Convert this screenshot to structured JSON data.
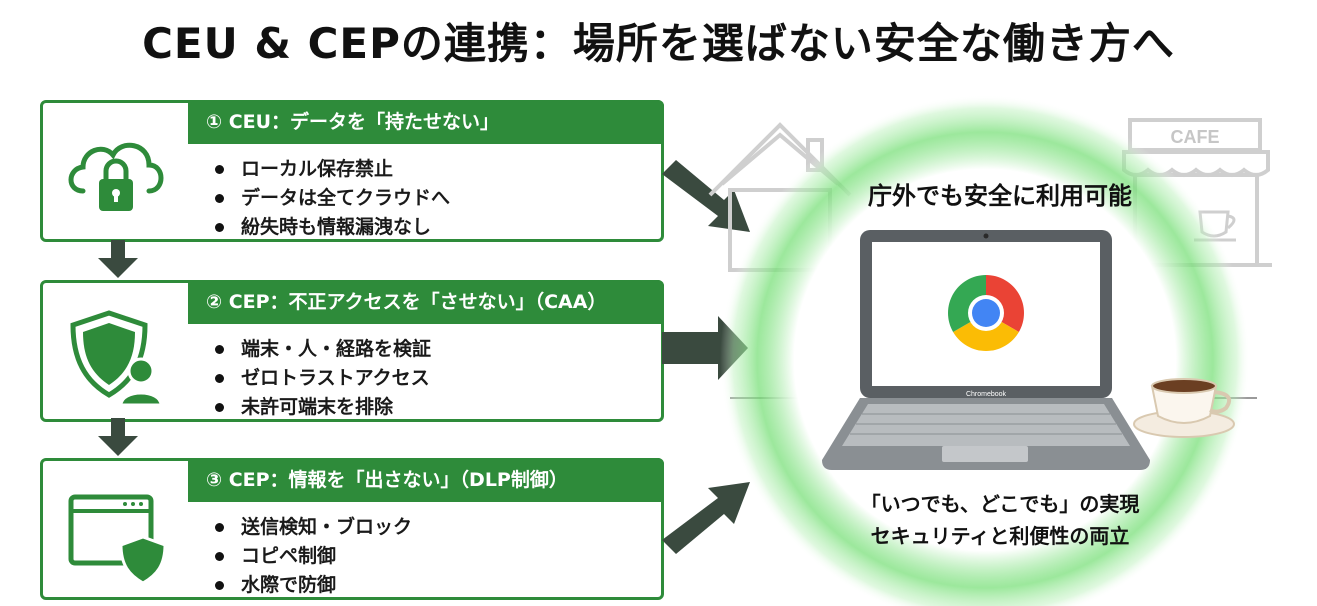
{
  "title": "CEU & CEPの連携：場所を選ばない安全な働き方へ",
  "cards": [
    {
      "header": "① CEU：データを「持たせない」",
      "icon": "cloud-lock-icon",
      "bullets": [
        "ローカル保存禁止",
        "データは全てクラウドへ",
        "紛失時も情報漏洩なし"
      ]
    },
    {
      "header": "② CEP：不正アクセスを「させない」（CAA）",
      "icon": "shield-user-icon",
      "bullets": [
        "端末・人・経路を検証",
        "ゼロトラストアクセス",
        "未許可端末を排除"
      ]
    },
    {
      "header": "③ CEP：情報を「出さない」（DLP制御）",
      "icon": "window-shield-icon",
      "bullets": [
        "送信検知・ブロック",
        "コピペ制御",
        "水際で防御"
      ]
    }
  ],
  "scene": {
    "caption_top": "庁外でも安全に利用可能",
    "cafe_sign": "CAFE",
    "laptop_brand": "Chromebook",
    "caption_bottom_1": "「いつでも、どこでも」の実現",
    "caption_bottom_2": "セキュリティと利便性の両立"
  },
  "colors": {
    "green": "#2e8b3a",
    "arrow": "#3a4a3f",
    "glow": "#4cd964"
  }
}
